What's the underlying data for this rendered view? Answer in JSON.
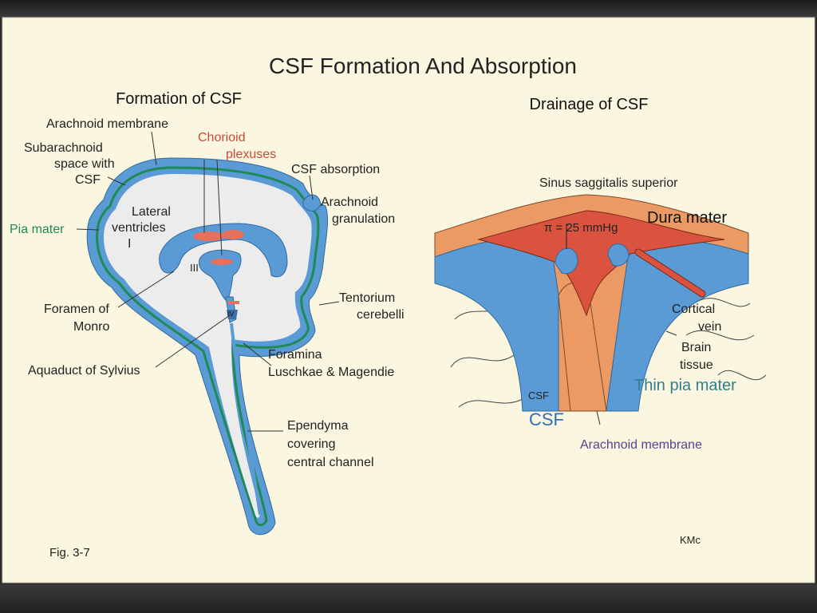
{
  "slide": {
    "title": "CSF Formation And Absorption",
    "figure_number": "Fig. 3-7",
    "credit": "KMc"
  },
  "formation": {
    "heading": "Formation of CSF",
    "labels": {
      "arachnoid_membrane": "Arachnoid membrane",
      "subarachnoid_1": "Subarachnoid",
      "subarachnoid_2": "space with",
      "subarachnoid_3": "CSF",
      "chorioid_1": "Chorioid",
      "chorioid_2": "plexuses",
      "csf_absorption": "CSF absorption",
      "arachnoid_gran_1": "Arachnoid",
      "arachnoid_gran_2": "granulation",
      "pia_mater": "Pia mater",
      "lateral_1": "Lateral",
      "lateral_2": "ventricles",
      "ventricle_i": "I",
      "ventricle_iii": "III",
      "ventricle_iv": "IV",
      "tentorium_1": "Tentorium",
      "tentorium_2": "cerebelli",
      "foramen_monro_1": "Foramen of",
      "foramen_monro_2": "Monro",
      "aquaduct": "Aquaduct of Sylvius",
      "foramina_1": "Foramina",
      "foramina_2": "Luschkae & Magendie",
      "ependyma_1": "Ependyma",
      "ependyma_2": "covering",
      "ependyma_3": "central channel"
    }
  },
  "drainage": {
    "heading": "Drainage of CSF",
    "labels": {
      "sinus": "Sinus saggitalis superior",
      "dura": "Dura mater",
      "pressure": "π = 25 mmHg",
      "cortical_1": "Cortical",
      "cortical_2": "vein",
      "brain_1": "Brain",
      "brain_2": "tissue",
      "thin_pia": "Thin pia mater",
      "csf_small": "CSF",
      "csf_large": "CSF",
      "arachnoid": "Arachnoid membrane"
    }
  },
  "colors": {
    "background": "#fbf6df",
    "csf_blue": "#5b9bd5",
    "dura_orange": "#ec9a64",
    "sinus_red": "#d9533f",
    "plexus_red": "#e8705a",
    "pia_green": "#1f8a55",
    "brain_grey": "#ededed",
    "label_red": "#c94a36",
    "label_teal": "#2e7f8f",
    "label_purple": "#5a3f8f"
  }
}
